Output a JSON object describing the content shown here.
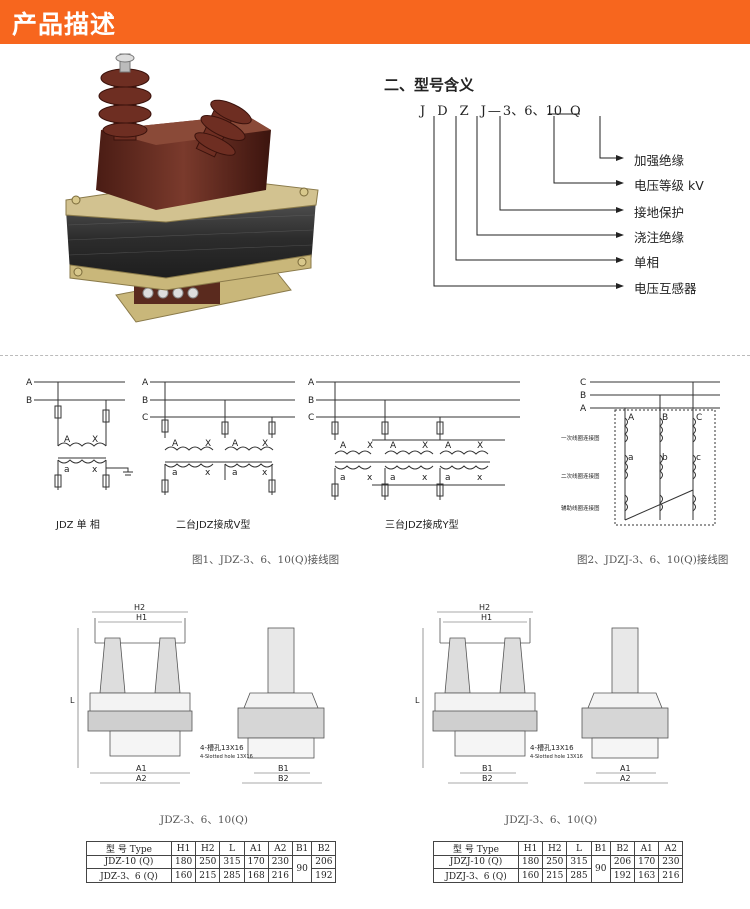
{
  "header": {
    "title": "产品描述"
  },
  "model": {
    "title": "二、型号含义",
    "code": [
      "J",
      "D",
      "Z",
      "J",
      "—",
      "3、6、10",
      "Q"
    ],
    "meanings": [
      "加强绝缘",
      "电压等级 kV",
      "接地保护",
      "浇注绝缘",
      "单相",
      "电压互感器"
    ]
  },
  "wiring": {
    "single": {
      "label": "JDZ 单  相"
    },
    "double": {
      "label": "二台JDZ接成V型"
    },
    "triple": {
      "label": "三台JDZ接成Y型"
    },
    "fig1_caption": "图1、JDZ-3、6、10(Q)接线图",
    "fig2_caption": "图2、JDZJ-3、6、10(Q)接线图",
    "fig2_labels": {
      "primary": "一次线圈连接图",
      "secondary": "二次线圈连接图",
      "aux": "辅助线圈连接图"
    }
  },
  "dims": {
    "left_caption": "JDZ-3、6、10(Q)",
    "right_caption": "JDZJ-3、6、10(Q)",
    "hole_label": "4-槽孔13X16",
    "hole_label_en": "4-Slotted hole 13X16",
    "labels": {
      "h1": "H1",
      "h2": "H2",
      "l": "L",
      "a1": "A1",
      "a2": "A2",
      "b1": "B1",
      "b2": "B2"
    }
  },
  "table_left": {
    "headers": [
      "型  号 Type",
      "H1",
      "H2",
      "L",
      "A1",
      "A2",
      "B1",
      "B2"
    ],
    "rows": [
      [
        "JDZ-10 (Q)",
        "180",
        "250",
        "315",
        "170",
        "230",
        "90",
        "206"
      ],
      [
        "JDZ-3、6 (Q)",
        "160",
        "215",
        "285",
        "168",
        "216",
        "",
        "192"
      ]
    ]
  },
  "table_right": {
    "headers": [
      "型  号 Type",
      "H1",
      "H2",
      "L",
      "B1",
      "B2",
      "A1",
      "A2"
    ],
    "rows": [
      [
        "JDZJ-10 (Q)",
        "180",
        "250",
        "315",
        "90",
        "206",
        "170",
        "230"
      ],
      [
        "JDZJ-3、6 (Q)",
        "160",
        "215",
        "285",
        "",
        "192",
        "163",
        "216"
      ]
    ]
  }
}
